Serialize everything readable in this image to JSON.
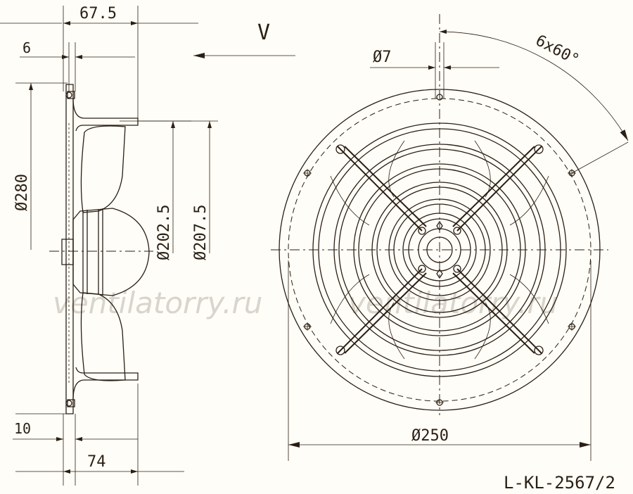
{
  "drawing": {
    "code": "L-KL-2567/2",
    "watermark_left": "ventilatorry.ru",
    "watermark_right": "ventilatorry.ru",
    "view_label": "V",
    "bolt_pattern": "6x60°"
  },
  "dimensions": {
    "depth_top": "67.5",
    "flange_offset": "6",
    "outer_diameter": "Ø280",
    "inner_diameter_a": "Ø202.5",
    "inner_diameter_b": "Ø207.5",
    "hole_diameter": "Ø7",
    "bolt_circle": "Ø250",
    "bottom_offset": "10",
    "depth_bottom": "74"
  }
}
